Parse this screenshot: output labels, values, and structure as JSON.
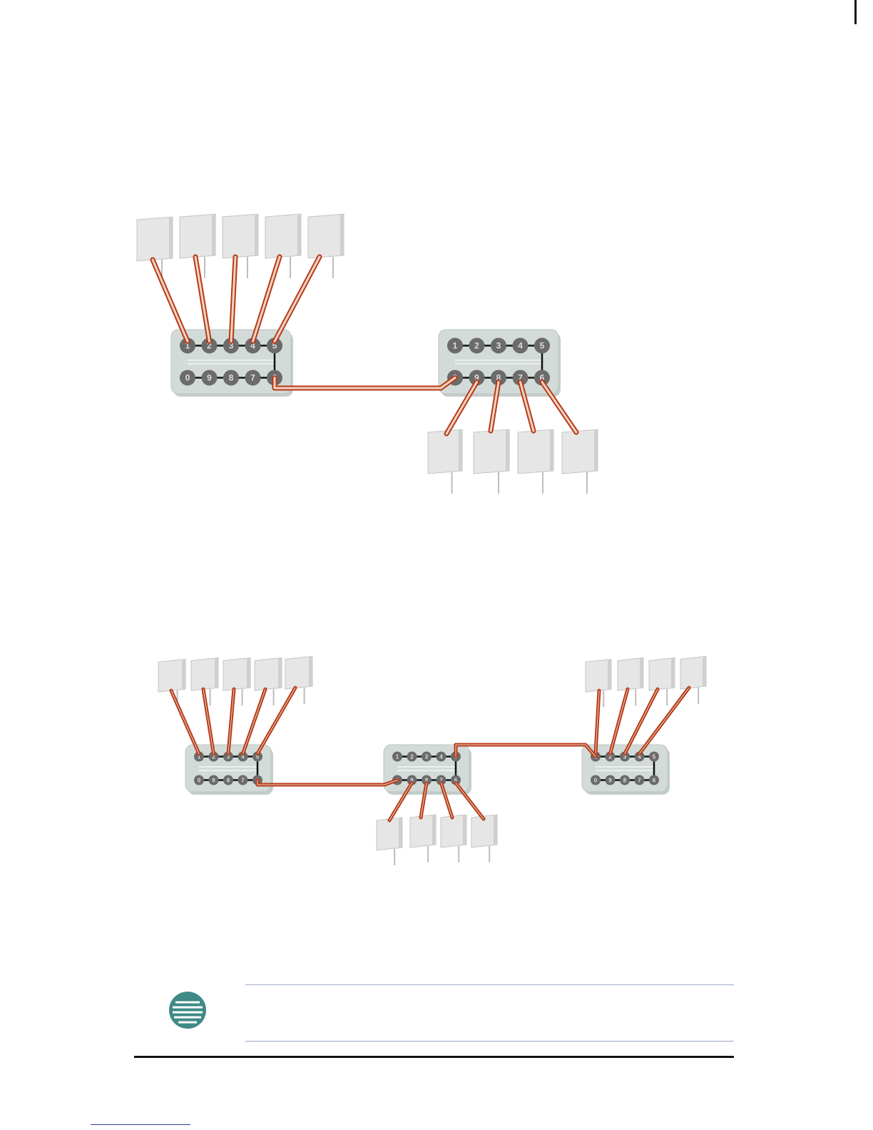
{
  "colors": {
    "cable_outer": "#b53a17",
    "cable_inner": "#f3d3c4",
    "internal_wire": "#111111",
    "hub_body": "#d3dbd8",
    "port": "#6b6b6b",
    "port_text": "#dddddd",
    "panel": "#e6e6e6",
    "note_icon": "#3f8a87",
    "note_rule": "#9aa8c6"
  },
  "icons": {
    "note": "note-icon",
    "panel": "antenna-panel-icon",
    "hub": "indoor-hub-icon"
  },
  "diagram1": {
    "hub_a_ports": [
      "1",
      "2",
      "3",
      "4",
      "5",
      "0",
      "9",
      "8",
      "7",
      "6"
    ],
    "hub_b_ports": [
      "1",
      "2",
      "3",
      "4",
      "5",
      "0",
      "9",
      "8",
      "7",
      "6"
    ]
  },
  "diagram2": {
    "hub_ports": [
      "1",
      "2",
      "3",
      "4",
      "5",
      "0",
      "9",
      "8",
      "7",
      "6"
    ]
  }
}
